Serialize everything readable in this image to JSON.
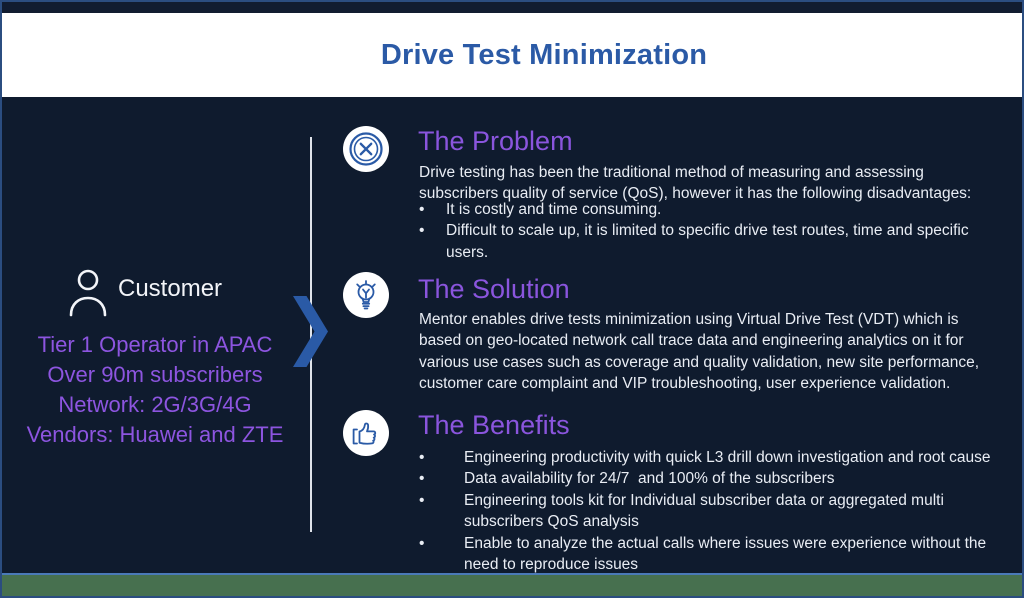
{
  "slide": {
    "title": "Drive Test Minimization",
    "customer": {
      "label": "Customer",
      "details": "Tier 1 Operator in APAC\nOver 90m subscribers\nNetwork: 2G/3G/4G\nVendors: Huawei and ZTE"
    },
    "sections": {
      "problem": {
        "heading": "The Problem",
        "intro": "Drive testing has been the traditional method of measuring and assessing\nsubscribers quality of service (QoS), however it has the following disadvantages:",
        "bullets": [
          "It is costly and time consuming.",
          "Difficult to scale up, it is limited to specific drive test routes, time and specific\nusers."
        ]
      },
      "solution": {
        "heading": "The Solution",
        "intro": "Mentor enables drive tests minimization using Virtual Drive Test (VDT) which is\nbased on geo-located network call trace data and engineering analytics on it for\nvarious use cases such as coverage and quality validation, new site performance,\ncustomer care complaint and VIP troubleshooting, user experience validation."
      },
      "benefits": {
        "heading": "The Benefits",
        "bullets": [
          "Engineering productivity with quick L3 drill down investigation and root cause",
          "Data availability for 24/7  and 100% of the subscribers",
          "Engineering tools kit for Individual subscriber data or aggregated multi\nsubscribers QoS analysis",
          "Enable to analyze the actual calls where issues were experience without the\nneed to reproduce issues"
        ]
      }
    },
    "icons": {
      "customer": "person-icon",
      "arrow": "chevron-right-icon",
      "problem": "circle-x-icon",
      "solution": "lightbulb-icon",
      "benefits": "thumbs-up-icon"
    },
    "colors": {
      "background": "#0f1b2e",
      "title_blue": "#2b5aa6",
      "accent_purple": "#8a55dd",
      "body_text": "#e9edf4",
      "icon_blue": "#2a5aa6",
      "footer_green": "#47704f",
      "footer_line_blue": "#4a7ab8"
    }
  }
}
